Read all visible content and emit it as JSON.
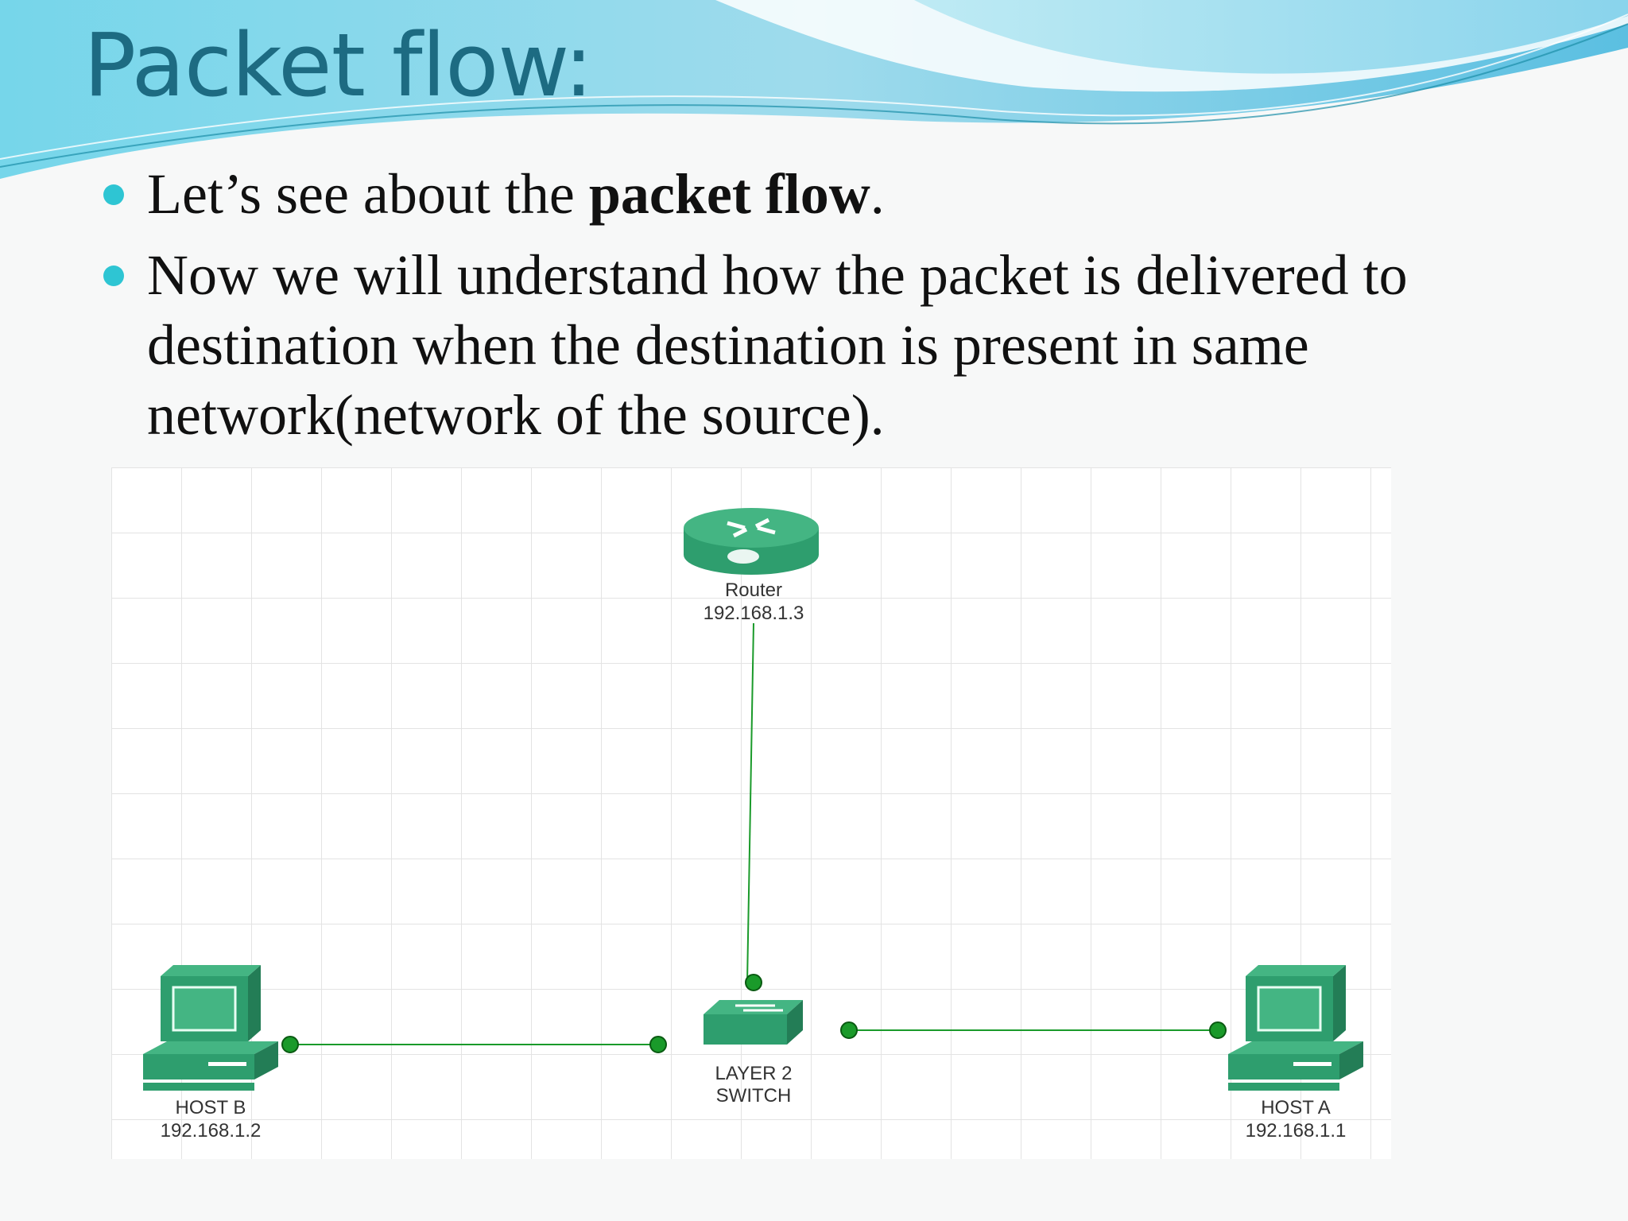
{
  "slide": {
    "title": "Packet flow:",
    "bullets": [
      {
        "before": "Let’s see about the ",
        "bold": "packet flow",
        "after": "."
      },
      {
        "before": "Now we will understand how the packet is delivered to destination when the destination is present in same network(network of the source).",
        "bold": "",
        "after": ""
      }
    ]
  },
  "diagram": {
    "router": {
      "name": "Router",
      "ip": "192.168.1.3"
    },
    "switch": {
      "line1": "LAYER 2",
      "line2": "SWITCH"
    },
    "host_b": {
      "name": "HOST B",
      "ip": "192.168.1.2"
    },
    "host_a": {
      "name": "HOST A",
      "ip": "192.168.1.1"
    }
  },
  "colors": {
    "title": "#1d6b82",
    "bullet_dot": "#2ec5d3",
    "device": "#2e9e6e",
    "link": "#1a9a2a",
    "grid": "#e6e6e6"
  }
}
